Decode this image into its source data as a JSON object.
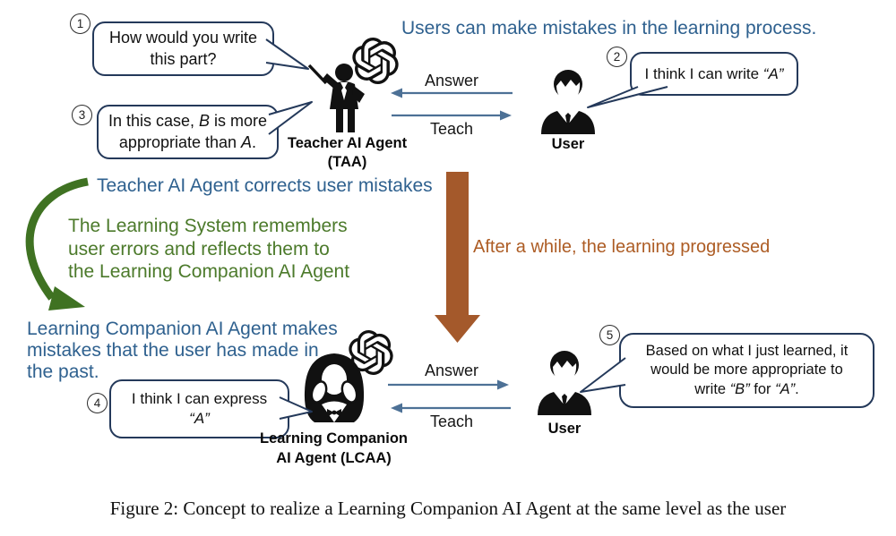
{
  "colors": {
    "blue": "#2f618f",
    "green": "#4c7a2b",
    "green-arrow": "#3f7222",
    "brown": "#ad5c24",
    "brown-arrow": "#a4592b",
    "arrow-blue": "#4d7196",
    "bubble-border": "#24395a",
    "ink": "#141414"
  },
  "top_section": {
    "heading": "Users can make mistakes in the learning process.",
    "bubble1": {
      "badge": "1",
      "line1": "How would you write",
      "line2": "this part?"
    },
    "bubble2": {
      "badge": "2",
      "text": "I think I can write ",
      "quoted": "“A”"
    },
    "bubble3": {
      "badge": "3",
      "l1_pre": "In this case, ",
      "l1_var": "B",
      "l1_post": " is more",
      "l2_pre": "appropriate than ",
      "l2_var": "A",
      "l2_post": "."
    },
    "teacher_name": "Teacher AI Agent",
    "teacher_abbr": "(TAA)",
    "answer_label": "Answer",
    "teach_label": "Teach",
    "user_label": "User"
  },
  "middle_section": {
    "blue_note": "Teacher AI Agent corrects user mistakes",
    "green_note_line1": "The Learning System remembers",
    "green_note_line2": "user errors and reflects them to",
    "green_note_line3": "the Learning Companion AI Agent",
    "brown_note": "After a while, the learning progressed"
  },
  "bottom_section": {
    "blue_note_line1": "Learning Companion AI Agent makes",
    "blue_note_line2": "mistakes that the user has made in",
    "blue_note_line3": "the past.",
    "bubble4": {
      "badge": "4",
      "line1": "I think I can express",
      "quoted": "“A”"
    },
    "bubble5": {
      "badge": "5",
      "line1": "Based on what I just learned, it",
      "line2": "would be more appropriate to",
      "l3_pre": "write ",
      "l3_b": "“B”",
      "l3_mid": " for ",
      "l3_a": "“A”",
      "l3_post": "."
    },
    "lcaa_name_line1": "Learning Companion",
    "lcaa_name_line2": "AI Agent (LCAA)",
    "answer_label": "Answer",
    "teach_label": "Teach",
    "user_label": "User"
  },
  "caption": "Figure 2: Concept to realize a Learning Companion AI Agent at the same level as the user",
  "icons": {
    "teacher": "teacher-pointing-silhouette",
    "user": "user-bust-silhouette",
    "companion": "companion-woman-silhouette",
    "ai": "openai-logo"
  }
}
